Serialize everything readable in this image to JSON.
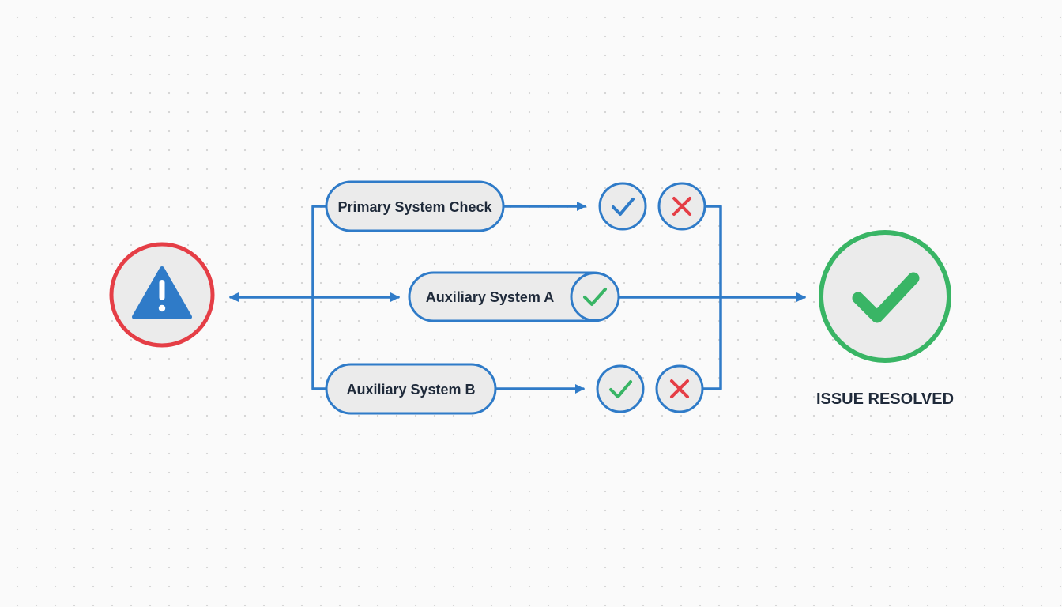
{
  "nodes": {
    "primary": {
      "label": "Primary System Check"
    },
    "aux_a": {
      "label": "Auxiliary System A"
    },
    "aux_b": {
      "label": "Auxiliary System B"
    }
  },
  "outcome": {
    "label": "ISSUE RESOLVED"
  },
  "icons": {
    "alert": "warning-triangle-icon",
    "pass": "check-icon",
    "fail": "x-icon",
    "resolved": "large-check-icon"
  },
  "colors": {
    "flow": "#2f7bc8",
    "alert_ring": "#e53e46",
    "success": "#39b565",
    "failure": "#e53e46",
    "node_fill": "#ebebeb",
    "text": "#1f2a3a"
  }
}
